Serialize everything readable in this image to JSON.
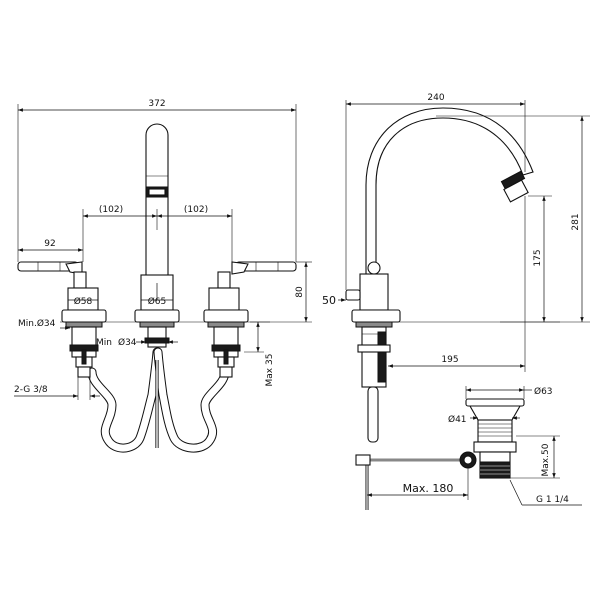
{
  "front_view": {
    "overall_width": "372",
    "centre_left": "(102)",
    "centre_right": "(102)",
    "handle_length": "92",
    "handle_base_dia": "Ø58",
    "spout_base_dia": "Ø65",
    "height_80": "80",
    "min_hole_left": "Min.Ø34",
    "min_label": "Min",
    "min_hole_center": "Ø34",
    "max_deck": "Max 35",
    "connection": "2-G 3/8"
  },
  "side_view": {
    "spout_reach": "240",
    "total_height": "281",
    "spout_height": "175",
    "handle_offset": "50",
    "spout_projection": "195",
    "waste_dia": "Ø63",
    "waste_hole": "Ø41",
    "waste_max": "Max.50",
    "rod_length": "Max. 180",
    "waste_thread": "G 1 1/4"
  }
}
